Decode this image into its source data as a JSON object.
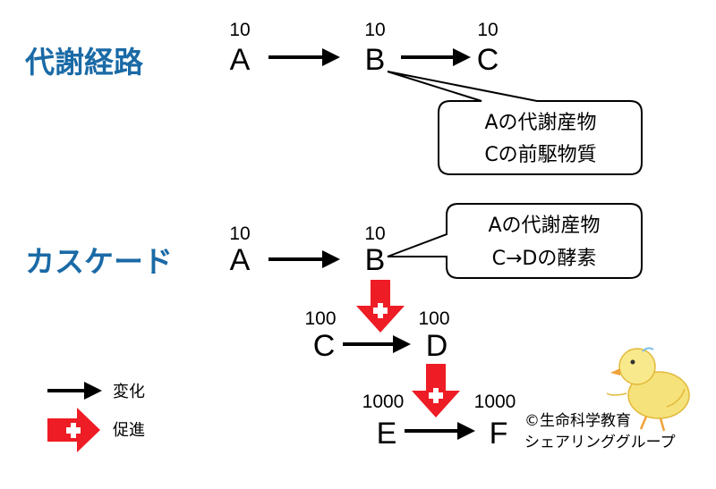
{
  "headings": {
    "metabolic": "代謝経路",
    "cascade": "カスケード"
  },
  "metabolic": {
    "A": {
      "letter": "A",
      "value": "10"
    },
    "B": {
      "letter": "B",
      "value": "10"
    },
    "C": {
      "letter": "C",
      "value": "10"
    },
    "callout": [
      "Aの代謝産物",
      "Cの前駆物質"
    ]
  },
  "cascade": {
    "A": {
      "letter": "A",
      "value": "10"
    },
    "B": {
      "letter": "B",
      "value": "10"
    },
    "C": {
      "letter": "C",
      "value": "100"
    },
    "D": {
      "letter": "D",
      "value": "100"
    },
    "E": {
      "letter": "E",
      "value": "1000"
    },
    "F": {
      "letter": "F",
      "value": "1000"
    },
    "callout": [
      "Aの代謝産物",
      "C→Dの酵素"
    ]
  },
  "legend": {
    "change": "変化",
    "promote": "促進"
  },
  "copyright": {
    "line1": "©生命科学教育",
    "line2": "シェアリンググループ"
  },
  "colors": {
    "heading": "#1a6aa6",
    "promote": "#ee1c24",
    "arrow": "#000000"
  },
  "icons": [
    "arrow-right-icon",
    "promote-arrow-icon",
    "chick-mascot-icon"
  ]
}
